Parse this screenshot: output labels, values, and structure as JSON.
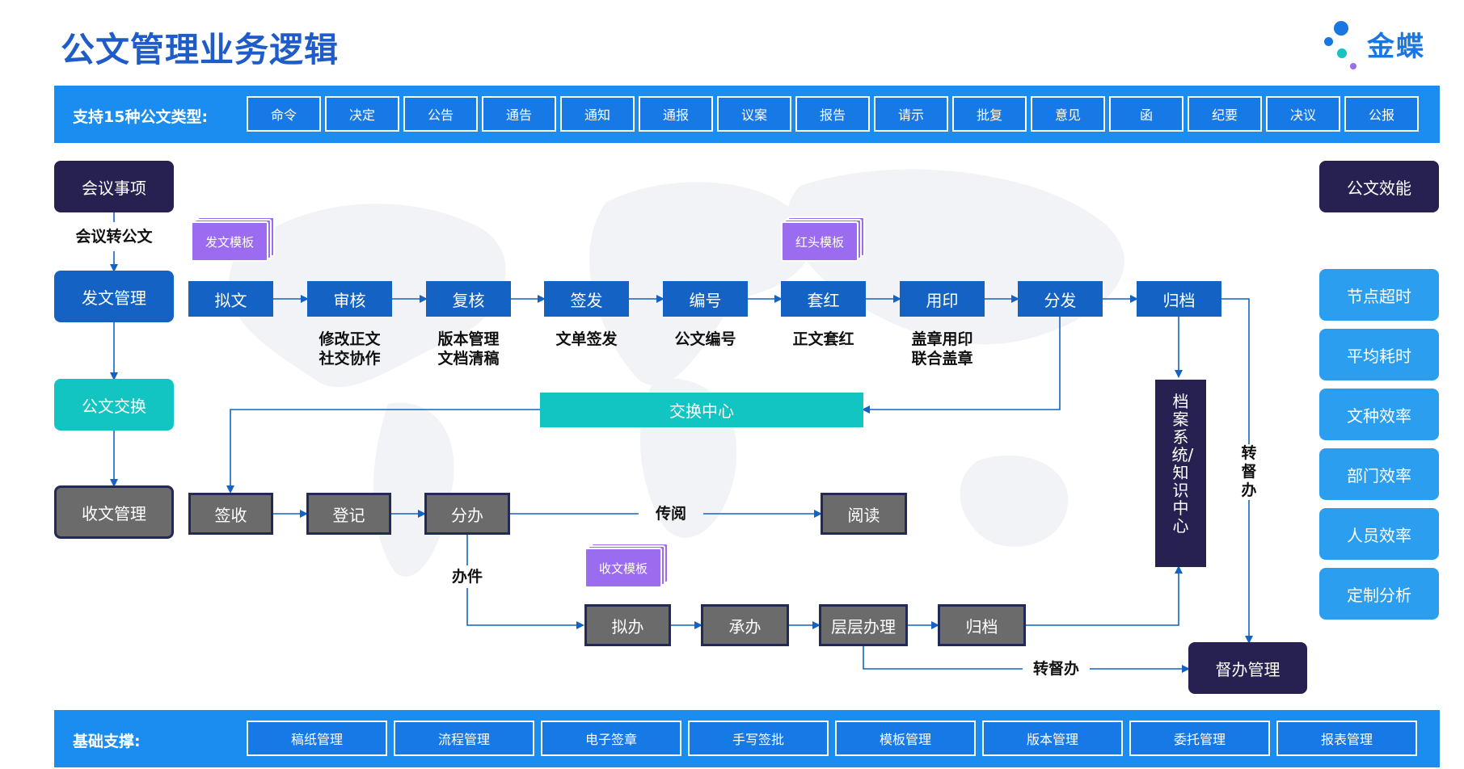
{
  "title": "公文管理业务逻辑",
  "brand": {
    "name": "金蝶",
    "color": "#1a76e0"
  },
  "colors": {
    "accent_blue": "#1b8cf0",
    "navy": "#272152",
    "step_blue": "#1463c4",
    "teal": "#12c4c2",
    "grey_step": "#6b6b6b",
    "metric_blue": "#2b9ef0",
    "template_purple": "#9b6cf0"
  },
  "doc_types": {
    "label": "支持15种公文类型:",
    "items": [
      "命令",
      "决定",
      "公告",
      "通告",
      "通知",
      "通报",
      "议案",
      "报告",
      "请示",
      "批复",
      "意见",
      "函",
      "纪要",
      "决议",
      "公报"
    ]
  },
  "left_column": {
    "meeting": "会议事项",
    "meeting_to_doc": "会议转公文",
    "send_mgmt": "发文管理",
    "exchange": "公文交换",
    "receive_mgmt": "收文管理"
  },
  "send_flow": {
    "template": "发文模板",
    "redhead_template": "红头模板",
    "steps": [
      "拟文",
      "审核",
      "复核",
      "签发",
      "编号",
      "套红",
      "用印",
      "分发",
      "归档"
    ],
    "notes": {
      "review": [
        "修改正文",
        "社交协作"
      ],
      "recheck": [
        "版本管理",
        "文档清稿"
      ],
      "issue": [
        "文单签发"
      ],
      "number": [
        "公文编号"
      ],
      "redhead": [
        "正文套红"
      ],
      "seal": [
        "盖章用印",
        "联合盖章"
      ]
    }
  },
  "exchange_center": "交换中心",
  "archive_system": "档案系统/知识中心",
  "transfer_supervise_vertical": "转督办",
  "receive_flow": {
    "steps": [
      "签收",
      "登记",
      "分办",
      "阅读"
    ],
    "circulate_label": "传阅",
    "handle_label": "办件",
    "template": "收文模板",
    "handle_steps": [
      "拟办",
      "承办",
      "层层办理",
      "归档"
    ],
    "transfer_label": "转督办",
    "supervise": "督办管理"
  },
  "efficiency": {
    "header": "公文效能",
    "items": [
      "节点超时",
      "平均耗时",
      "文种效率",
      "部门效率",
      "人员效率",
      "定制分析"
    ]
  },
  "foundation": {
    "label": "基础支撑:",
    "items": [
      "稿纸管理",
      "流程管理",
      "电子签章",
      "手写签批",
      "模板管理",
      "版本管理",
      "委托管理",
      "报表管理"
    ]
  }
}
